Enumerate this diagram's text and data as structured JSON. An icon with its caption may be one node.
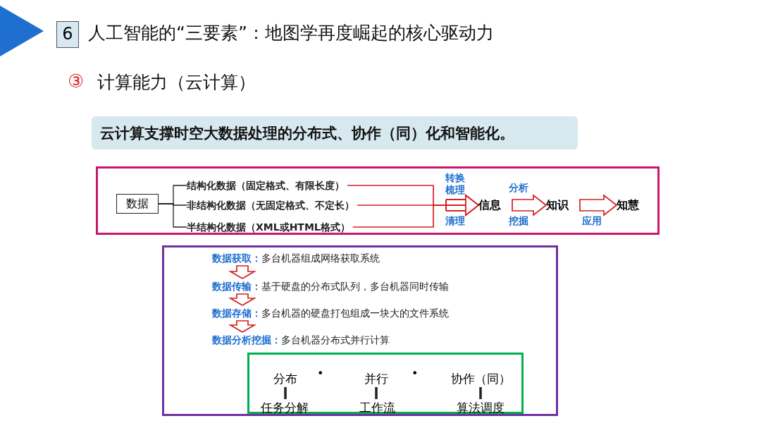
{
  "diagram": {
    "title": "人工智能的“三要素”：地图学再度崛起的核心驱动力",
    "nodes": [
      {
        "text": [
          "云计算支撑时空大数据处理的分布式、协作（同）化和智能化。"
        ]
      },
      {
        "text": [],
        "shape": "box"
      },
      {
        "text": [
          "数据"
        ],
        "in": 1
      },
      {
        "text": [
          "结构化数据（固定格式、有限长度）"
        ],
        "in": 1
      },
      {
        "text": [
          "非结构化数据（无固定格式、不定长）"
        ],
        "in": 1
      },
      {
        "text": [
          "半结构化数据（XML或HTML格式）"
        ],
        "in": 1
      },
      {
        "text": [
          "信息"
        ],
        "in": 1
      },
      {
        "text": [
          "知识"
        ],
        "in": 1
      },
      {
        "text": [
          "知慧"
        ],
        "in": 1
      },
      {
        "text": [],
        "shape": "box"
      },
      {
        "text": [
          "数据获取：",
          "多台机器组成网络获取系统"
        ],
        "in": 9
      },
      {
        "text": [
          "数据传输：",
          "基于硬盘的分布式队列，多台机器同时传输"
        ],
        "in": 9
      },
      {
        "text": [
          "数据存储：",
          "多台机器的硬盘打包组成一块大的文件系统"
        ],
        "in": 9
      },
      {
        "text": [
          "数据分析挖掘：",
          "多台机器分布式并行计算"
        ],
        "in": 9
      },
      {
        "text": [],
        "shape": "box",
        "in": 9
      },
      {
        "text": [
          "分布"
        ],
        "in": 14
      },
      {
        "text": [
          "任务分解"
        ],
        "in": 14
      },
      {
        "text": [
          "并行"
        ],
        "in": 14
      },
      {
        "text": [
          "工作流"
        ],
        "in": 14
      },
      {
        "text": [
          "协作（同）"
        ],
        "in": 14
      },
      {
        "text": [
          "算法调度"
        ],
        "in": 14
      }
    ],
    "edges": [
      {
        "from": 2,
        "to": 3,
        "arrow": "none",
        "color": "#222222"
      },
      {
        "from": 2,
        "to": 4,
        "arrow": "none",
        "color": "#222222"
      },
      {
        "from": 2,
        "to": 5,
        "arrow": "none",
        "color": "#222222"
      },
      {
        "from": 3,
        "to": 6,
        "arrow": "to",
        "color": "#d42020"
      },
      {
        "from": 4,
        "to": 6,
        "arrow": "to",
        "label": "转换梳理",
        "color": "#d42020"
      },
      {
        "from": 5,
        "to": 6,
        "arrow": "to",
        "color": "#d42020"
      },
      {
        "from": 6,
        "to": 7,
        "arrow": "to",
        "label": "分析",
        "color": "#d42020"
      },
      {
        "from": 7,
        "to": 8,
        "arrow": "to",
        "label": "应用",
        "color": "#d42020"
      },
      {
        "from": 10,
        "to": 11,
        "arrow": "to",
        "color": "#d42020"
      },
      {
        "from": 11,
        "to": 12,
        "arrow": "to",
        "color": "#d42020"
      },
      {
        "from": 12,
        "to": 13,
        "arrow": "to",
        "color": "#d42020"
      },
      {
        "from": 15,
        "to": 16,
        "arrow": "none",
        "style": "thick",
        "color": "#222222"
      },
      {
        "from": 17,
        "to": 18,
        "arrow": "none",
        "style": "thick",
        "color": "#222222"
      },
      {
        "from": 19,
        "to": 20,
        "arrow": "none",
        "style": "thick",
        "color": "#222222"
      }
    ],
    "labels": [
      "6",
      "③",
      "计算能力（云计算）",
      "清理",
      "挖掘",
      "•",
      "•"
    ]
  }
}
